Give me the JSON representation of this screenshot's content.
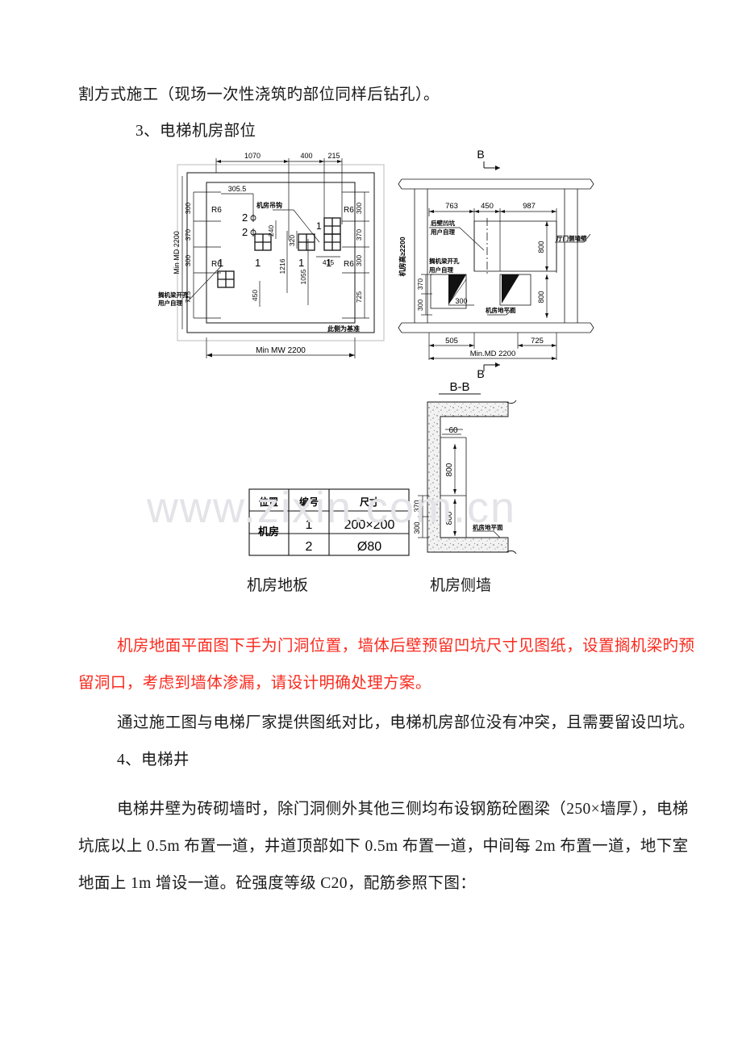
{
  "document": {
    "watermark": "www.zixin.com.cn",
    "text_color": "#1a1a1a",
    "highlight_color": "#fa2a1e"
  },
  "paragraphs": {
    "p1": "割方式施工（现场一次性浇筑旳部位同样后钻孔）。",
    "p2": "3、电梯机房部位",
    "p3_red_line1": "机房地面平面图下手为门洞位置，墙体后壁预留凹坑尺寸见图纸，设置搁机梁旳预",
    "p3_red_line2": "留洞口，考虑到墙体渗漏，请设计明确处理方案。",
    "p4": "通过施工图与电梯厂家提供图纸对比，电梯机房部位没有冲突，且需要留设凹坑。",
    "p5": "4、电梯井",
    "p6_line1": "电梯井壁为砖砌墙时，除门洞侧外其他三侧均布设钢筋砼圈梁（250×墙厚），电梯",
    "p6_line2": "坑底以上 0.5m 布置一道，井道顶部如下 0.5m 布置一道，中间每 2m 布置一道，地下室",
    "p6_line3": "地面上 1m 增设一道。砼强度等级 C20，配筋参照下图："
  },
  "captions": {
    "floor_plan": "机房地板",
    "side_wall": "机房侧墙"
  },
  "floor_plan": {
    "title_dims": {
      "top_1070": "1070",
      "top_400": "400",
      "top_215": "215",
      "left_overall": "Min MD 2200",
      "bottom_overall": "Min MW 2200"
    },
    "left_dims": [
      "300",
      "370",
      "300",
      "725"
    ],
    "right_dims": [
      "300",
      "370",
      "300",
      "725"
    ],
    "radius_labels": [
      "R6",
      "R6",
      "R6",
      "R6"
    ],
    "inner_dims": {
      "d305_5": "305.5",
      "d240": "240",
      "d1216": "1216",
      "d450": "450",
      "d320": "320",
      "d1055": "1055",
      "d415": "415"
    },
    "hook_label": "机房吊钩",
    "beam_hole_note_line1": "搁机梁开孔",
    "beam_hole_note_line2": "用户自理",
    "datum_note": "此侧为基准",
    "item_numbers": [
      "2",
      "2",
      "1",
      "1",
      "1",
      "1",
      "1"
    ]
  },
  "side_wall_plan": {
    "section_mark_top": "B",
    "section_mark_bottom": "B",
    "height_label": "机房高≥2200",
    "top_dims": [
      "763",
      "450",
      "987"
    ],
    "bottom_dims": [
      "505",
      "725"
    ],
    "overall_bottom": "Min.MD 2200",
    "vertical_dims": [
      "800",
      "800"
    ],
    "left_vertical_dims": [
      "370",
      "300"
    ],
    "dim_300": "300",
    "note_recess_line1": "后壁凹坑",
    "note_recess_line2": "用户自理",
    "note_beam_line1": "搁机梁开孔",
    "note_beam_line2": "用户自理",
    "note_hall_door": "厅门侧墙壁",
    "note_floor_level": "机房地平面"
  },
  "section_bb": {
    "title": "B-B",
    "dim_60": "60",
    "dim_800_upper": "800",
    "dim_800_lower": "800",
    "dim_370": "370",
    "dim_300": "300",
    "note_floor_level": "机房地平面"
  },
  "spec_table": {
    "headers": [
      "位置",
      "编号",
      "尺寸"
    ],
    "rows": [
      {
        "location": "机房",
        "number": "1",
        "size": "200×200"
      },
      {
        "location": "",
        "number": "2",
        "size": "Ø80"
      }
    ]
  }
}
